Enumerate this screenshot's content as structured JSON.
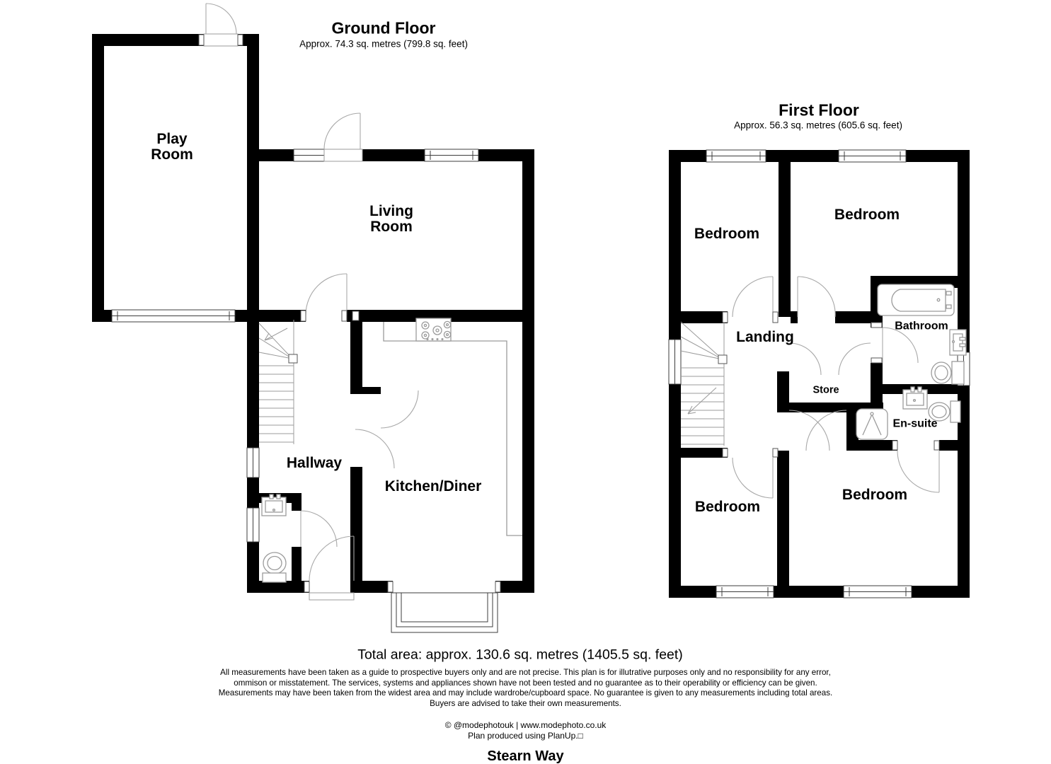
{
  "ground_floor": {
    "title": "Ground Floor",
    "area": "Approx. 74.3 sq. metres (799.8 sq. feet)",
    "rooms": {
      "play_room": "Play\nRoom",
      "living_room": "Living\nRoom",
      "hallway": "Hallway",
      "kitchen_diner": "Kitchen/Diner"
    }
  },
  "first_floor": {
    "title": "First Floor",
    "area": "Approx. 56.3 sq. metres (605.6 sq. feet)",
    "rooms": {
      "bedroom_front_left": "Bedroom",
      "bedroom_front_right": "Bedroom",
      "landing": "Landing",
      "bathroom": "Bathroom",
      "store": "Store",
      "en_suite": "En-suite",
      "bedroom_back_left": "Bedroom",
      "bedroom_back_right": "Bedroom"
    }
  },
  "summary": {
    "total_area": "Total area: approx. 130.6 sq. metres (1405.5 sq. feet)"
  },
  "disclaimer": {
    "line1": "All measurements have been taken as a guide to prospective buyers only and are not precise. This plan is for illutrative purposes only and no responsibility for any error,",
    "line2": "ommison or misstatement. The services, systems and appliances shown have not been tested and no guarantee as to their operability or efficiency can be given.",
    "line3": "Measurements may have been taken from the widest area and may include wardrobe/cupboard space. No guarantee is given to any measurements including total areas.",
    "line4": "Buyers are advised to take their own measurements."
  },
  "footer": {
    "credit": "© @modephotouk | www.modephoto.co.uk",
    "produced": "Plan produced using PlanUp.□",
    "address": "Stearn Way"
  },
  "colors": {
    "wall": "#000000",
    "fixture_line": "#9b9b9b",
    "window_line": "#3c3c3c"
  }
}
